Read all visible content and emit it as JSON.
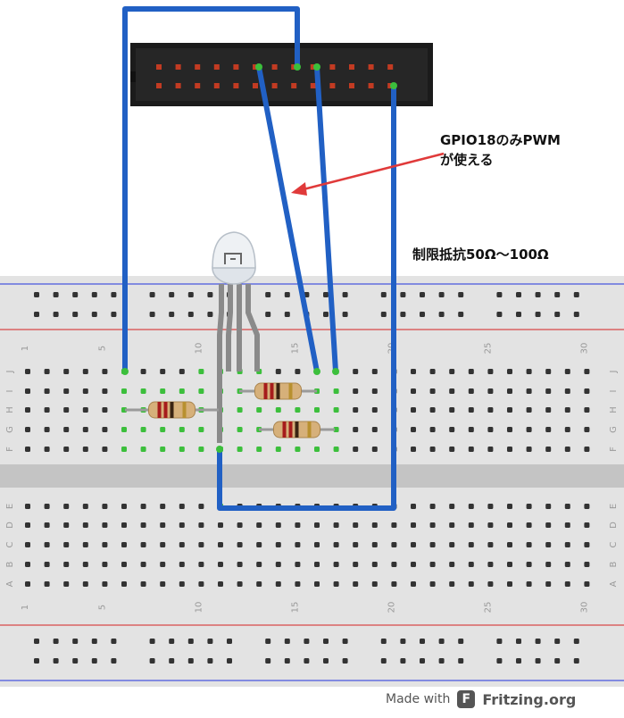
{
  "annotations": {
    "gpio_line1": "GPIO18のみPWM",
    "gpio_line2": "が使える",
    "resistor_note": "制限抵抗50Ω～100Ω"
  },
  "breadboard": {
    "row_labels_top": [
      "J",
      "I",
      "H",
      "G",
      "F"
    ],
    "row_labels_bottom": [
      "E",
      "D",
      "C",
      "B",
      "A"
    ],
    "column_numbers": [
      "1",
      "5",
      "10",
      "15",
      "20",
      "25",
      "30"
    ]
  },
  "footer": {
    "made_with": "Made with",
    "logo_glyph": "F",
    "brand": "Fritzing.org"
  },
  "colors": {
    "wire": "#2160c4",
    "breadboard": "#e3e3e3",
    "rail_red": "#d62020",
    "rail_blue": "#2233dd",
    "header": "#1b1b1b",
    "pin": "#c23b22",
    "arrow": "#e03a3a"
  }
}
